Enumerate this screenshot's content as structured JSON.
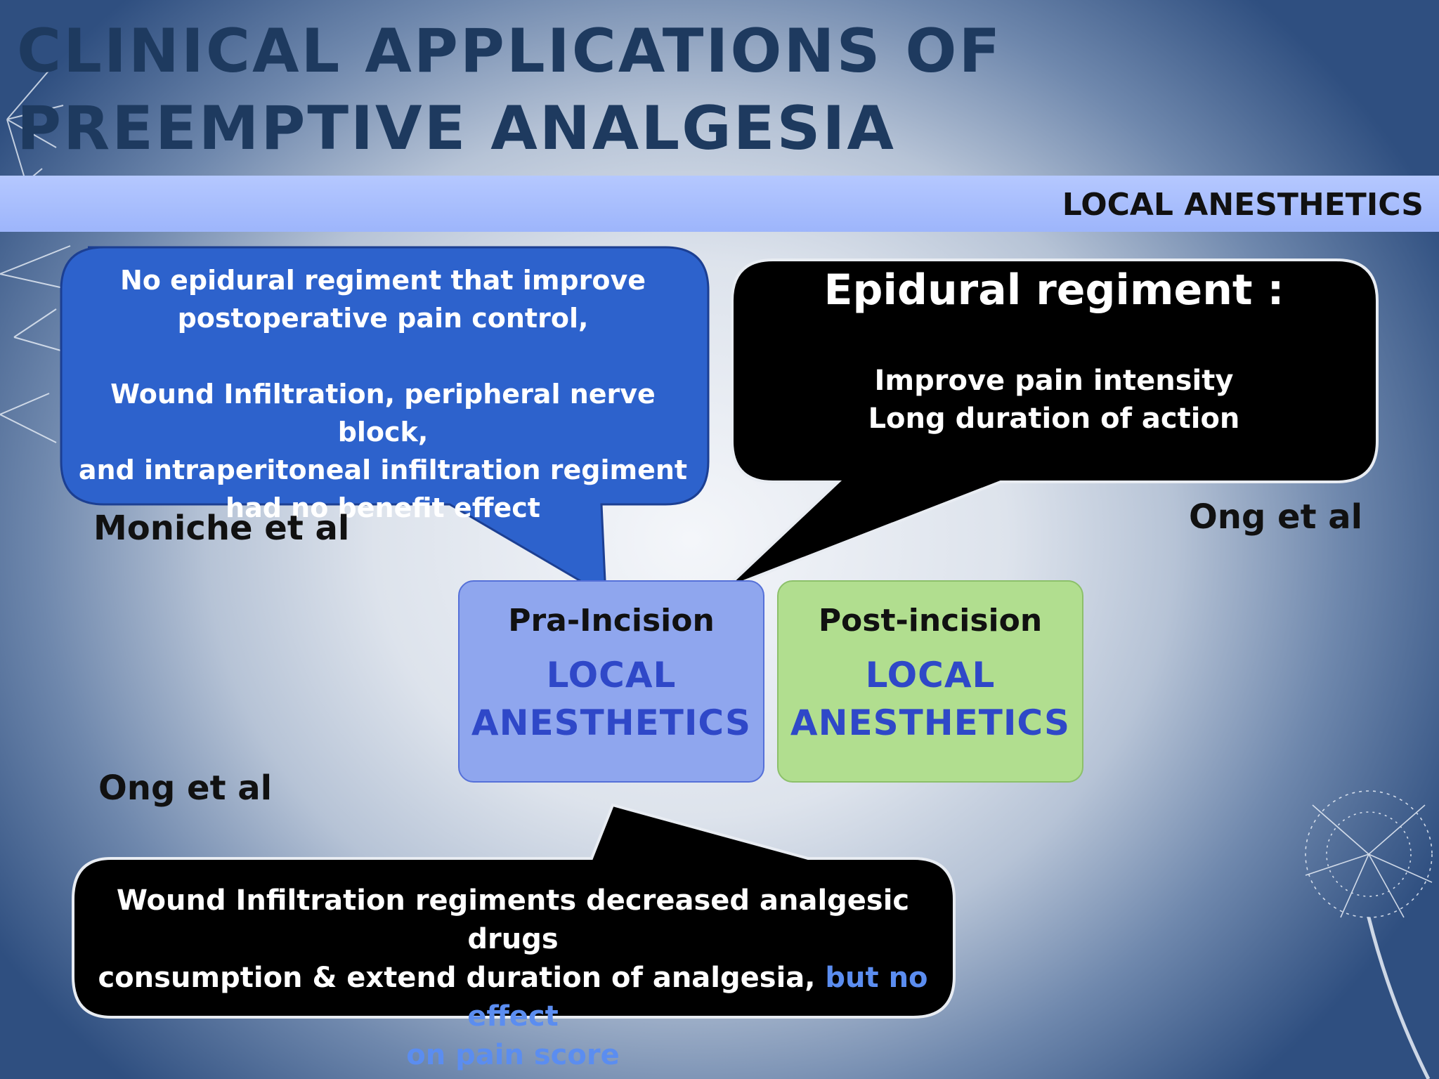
{
  "slide": {
    "title": "CLINICAL APPLICATIONS OF PREEMPTIVE ANALGESIA",
    "section_label": "LOCAL ANESTHETICS"
  },
  "callouts": {
    "moniche": {
      "line1": "No epidural regiment that improve",
      "line2": "postoperative pain control,",
      "line3": "Wound Infiltration, peripheral nerve block,",
      "line4": "and intraperitoneal infiltration regiment",
      "line5": "had no benefit effect"
    },
    "epidural": {
      "heading": "Epidural regiment :",
      "line1": "Improve pain intensity",
      "line2": "Long duration of action"
    },
    "wound": {
      "line1": "Wound Infiltration regiments decreased analgesic drugs",
      "line2a": "consumption & extend duration of analgesia,",
      "line2b": "but no effect",
      "line3": "on pain score"
    }
  },
  "references": {
    "moniche": "Moniche et al",
    "ong_right": "Ong et al",
    "ong_left": "Ong et al"
  },
  "boxes": {
    "pre": {
      "title": "Pra-Incision",
      "line1": "LOCAL",
      "line2": "ANESTHETICS"
    },
    "post": {
      "title": "Post-incision",
      "line1": "LOCAL",
      "line2": "ANESTHETICS"
    }
  },
  "colors": {
    "title": "#1e3a5f",
    "section_bar": "#a9bffc",
    "blue_callout": "#2d62cc",
    "black_callout": "#000000",
    "highlight": "#5b8df0",
    "pre_box": "#8fa6ee",
    "post_box": "#b1de8f",
    "box_text": "#2f48c8"
  }
}
